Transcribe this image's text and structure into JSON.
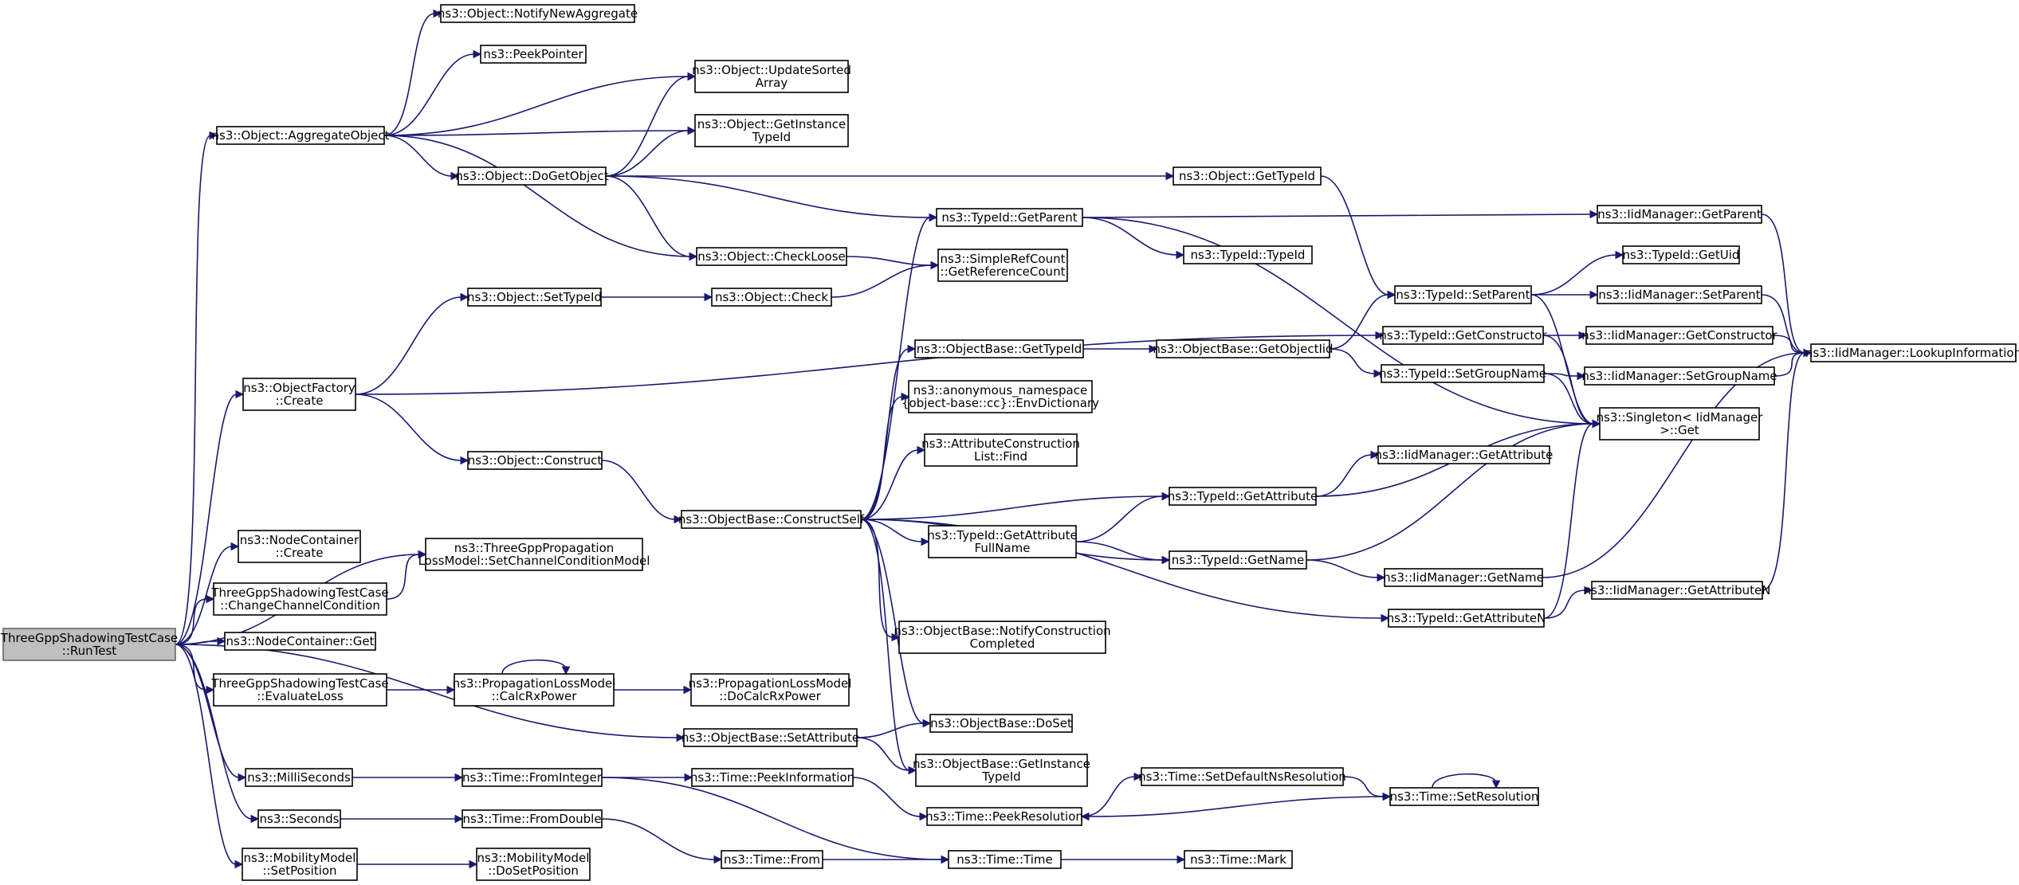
{
  "colors": {
    "edge": "#191970",
    "node_border": "#000000",
    "root_fill": "#bfbfbf",
    "root_border": "#666666"
  },
  "nodes": [
    {
      "id": "root",
      "lines": [
        "ThreeGppShadowingTestCase",
        "::RunTest"
      ]
    },
    {
      "id": "agg",
      "lines": [
        "ns3::Object::AggregateObject"
      ]
    },
    {
      "id": "notify",
      "lines": [
        "ns3::Object::NotifyNewAggregate"
      ]
    },
    {
      "id": "peekptr",
      "lines": [
        "ns3::PeekPointer"
      ]
    },
    {
      "id": "upsorted",
      "lines": [
        "ns3::Object::UpdateSorted",
        "Array"
      ]
    },
    {
      "id": "getinst",
      "lines": [
        "ns3::Object::GetInstance",
        "TypeId"
      ]
    },
    {
      "id": "dogetobj",
      "lines": [
        "ns3::Object::DoGetObject"
      ]
    },
    {
      "id": "objgettid",
      "lines": [
        "ns3::Object::GetTypeId"
      ]
    },
    {
      "id": "tidgetparent",
      "lines": [
        "ns3::TypeId::GetParent"
      ]
    },
    {
      "id": "iidgetparent",
      "lines": [
        "ns3::IidManager::GetParent"
      ]
    },
    {
      "id": "tidtid",
      "lines": [
        "ns3::TypeId::TypeId"
      ]
    },
    {
      "id": "checkloose",
      "lines": [
        "ns3::Object::CheckLoose"
      ]
    },
    {
      "id": "getref",
      "lines": [
        "ns3::SimpleRefCount",
        "::GetReferenceCount"
      ]
    },
    {
      "id": "tidgetuid",
      "lines": [
        "ns3::TypeId::GetUid"
      ]
    },
    {
      "id": "tidsetparent",
      "lines": [
        "ns3::TypeId::SetParent"
      ]
    },
    {
      "id": "iidsetparent",
      "lines": [
        "ns3::IidManager::SetParent"
      ]
    },
    {
      "id": "settypeid",
      "lines": [
        "ns3::Object::SetTypeId"
      ]
    },
    {
      "id": "objcheck",
      "lines": [
        "ns3::Object::Check"
      ]
    },
    {
      "id": "tidgetctor",
      "lines": [
        "ns3::TypeId::GetConstructor"
      ]
    },
    {
      "id": "iidgetctor",
      "lines": [
        "ns3::IidManager::GetConstructor"
      ]
    },
    {
      "id": "lookup",
      "lines": [
        "ns3::IidManager::LookupInformation"
      ]
    },
    {
      "id": "objfactory",
      "lines": [
        "ns3::ObjectFactory",
        "::Create"
      ]
    },
    {
      "id": "obgettid",
      "lines": [
        "ns3::ObjectBase::GetTypeId"
      ]
    },
    {
      "id": "getobjiid",
      "lines": [
        "ns3::ObjectBase::GetObjectIid"
      ]
    },
    {
      "id": "tidsetgroup",
      "lines": [
        "ns3::TypeId::SetGroupName"
      ]
    },
    {
      "id": "iidsetgroup",
      "lines": [
        "ns3::IidManager::SetGroupName"
      ]
    },
    {
      "id": "envdict",
      "lines": [
        "ns3::anonymous_namespace",
        "{object-base::cc}::EnvDictionary"
      ]
    },
    {
      "id": "singleton",
      "lines": [
        "ns3::Singleton< IidManager",
        " >::Get"
      ]
    },
    {
      "id": "objconstruct",
      "lines": [
        "ns3::Object::Construct"
      ]
    },
    {
      "id": "attrfind",
      "lines": [
        "ns3::AttributeConstruction",
        "List::Find"
      ]
    },
    {
      "id": "iidgetattr",
      "lines": [
        "ns3::IidManager::GetAttribute"
      ]
    },
    {
      "id": "tidgetattr",
      "lines": [
        "ns3::TypeId::GetAttribute"
      ]
    },
    {
      "id": "constructself",
      "lines": [
        "ns3::ObjectBase::ConstructSelf"
      ]
    },
    {
      "id": "tidattrfull",
      "lines": [
        "ns3::TypeId::GetAttribute",
        "FullName"
      ]
    },
    {
      "id": "nodecreate",
      "lines": [
        "ns3::NodeContainer",
        "::Create"
      ]
    },
    {
      "id": "setchanmodel",
      "lines": [
        "ns3::ThreeGppPropagation",
        "LossModel::SetChannelConditionModel"
      ]
    },
    {
      "id": "tidgetname",
      "lines": [
        "ns3::TypeId::GetName"
      ]
    },
    {
      "id": "changechan",
      "lines": [
        "ThreeGppShadowingTestCase",
        "::ChangeChannelCondition"
      ]
    },
    {
      "id": "iidgetname",
      "lines": [
        "ns3::IidManager::GetName"
      ]
    },
    {
      "id": "iidgetattrn",
      "lines": [
        "ns3::IidManager::GetAttributeN"
      ]
    },
    {
      "id": "tidgetattrn",
      "lines": [
        "ns3::TypeId::GetAttributeN"
      ]
    },
    {
      "id": "nodeget",
      "lines": [
        "ns3::NodeContainer::Get"
      ]
    },
    {
      "id": "notifyconstr",
      "lines": [
        "ns3::ObjectBase::NotifyConstruction",
        "Completed"
      ]
    },
    {
      "id": "evalloss",
      "lines": [
        "ThreeGppShadowingTestCase",
        "::EvaluateLoss"
      ]
    },
    {
      "id": "calcrx",
      "lines": [
        "ns3::PropagationLossModel",
        "::CalcRxPower"
      ]
    },
    {
      "id": "docalcrx",
      "lines": [
        "ns3::PropagationLossModel",
        "::DoCalcRxPower"
      ]
    },
    {
      "id": "doset",
      "lines": [
        "ns3::ObjectBase::DoSet"
      ]
    },
    {
      "id": "setattr",
      "lines": [
        "ns3::ObjectBase::SetAttribute"
      ]
    },
    {
      "id": "obgetinst",
      "lines": [
        "ns3::ObjectBase::GetInstance",
        "TypeId"
      ]
    },
    {
      "id": "setdefns",
      "lines": [
        "ns3::Time::SetDefaultNsResolution"
      ]
    },
    {
      "id": "millis",
      "lines": [
        "ns3::MilliSeconds"
      ]
    },
    {
      "id": "frominteger",
      "lines": [
        "ns3::Time::FromInteger"
      ]
    },
    {
      "id": "peekinfo",
      "lines": [
        "ns3::Time::PeekInformation"
      ]
    },
    {
      "id": "setres",
      "lines": [
        "ns3::Time::SetResolution"
      ]
    },
    {
      "id": "peekres",
      "lines": [
        "ns3::Time::PeekResolution"
      ]
    },
    {
      "id": "seconds",
      "lines": [
        "ns3::Seconds"
      ]
    },
    {
      "id": "fromdouble",
      "lines": [
        "ns3::Time::FromDouble"
      ]
    },
    {
      "id": "timetime",
      "lines": [
        "ns3::Time::Time"
      ]
    },
    {
      "id": "timemark",
      "lines": [
        "ns3::Time::Mark"
      ]
    },
    {
      "id": "timefrom",
      "lines": [
        "ns3::Time::From"
      ]
    },
    {
      "id": "mobsetpos",
      "lines": [
        "ns3::MobilityModel",
        "::SetPosition"
      ]
    },
    {
      "id": "mobdosetpos",
      "lines": [
        "ns3::MobilityModel",
        "::DoSetPosition"
      ]
    }
  ],
  "edges": [
    [
      "root",
      "agg"
    ],
    [
      "root",
      "objfactory"
    ],
    [
      "root",
      "nodecreate"
    ],
    [
      "root",
      "setchanmodel"
    ],
    [
      "root",
      "changechan"
    ],
    [
      "root",
      "nodeget"
    ],
    [
      "root",
      "evalloss"
    ],
    [
      "root",
      "setattr"
    ],
    [
      "root",
      "millis"
    ],
    [
      "root",
      "seconds"
    ],
    [
      "root",
      "mobsetpos"
    ],
    [
      "agg",
      "notify"
    ],
    [
      "agg",
      "peekptr"
    ],
    [
      "agg",
      "upsorted"
    ],
    [
      "agg",
      "getinst"
    ],
    [
      "agg",
      "dogetobj"
    ],
    [
      "agg",
      "checkloose"
    ],
    [
      "dogetobj",
      "upsorted"
    ],
    [
      "dogetobj",
      "getinst"
    ],
    [
      "dogetobj",
      "objgettid"
    ],
    [
      "dogetobj",
      "tidgetparent"
    ],
    [
      "dogetobj",
      "checkloose"
    ],
    [
      "objgettid",
      "tidsetparent"
    ],
    [
      "tidgetparent",
      "iidgetparent"
    ],
    [
      "tidgetparent",
      "tidtid"
    ],
    [
      "tidgetparent",
      "singleton"
    ],
    [
      "iidgetparent",
      "lookup"
    ],
    [
      "checkloose",
      "getref"
    ],
    [
      "tidsetparent",
      "tidgetuid"
    ],
    [
      "tidsetparent",
      "iidsetparent"
    ],
    [
      "tidsetparent",
      "singleton"
    ],
    [
      "iidsetparent",
      "lookup"
    ],
    [
      "settypeid",
      "objcheck"
    ],
    [
      "objcheck",
      "getref"
    ],
    [
      "tidgetctor",
      "iidgetctor"
    ],
    [
      "tidgetctor",
      "singleton"
    ],
    [
      "iidgetctor",
      "lookup"
    ],
    [
      "objfactory",
      "settypeid"
    ],
    [
      "objfactory",
      "tidgetctor"
    ],
    [
      "objfactory",
      "objconstruct"
    ],
    [
      "obgettid",
      "getobjiid"
    ],
    [
      "getobjiid",
      "tidsetparent"
    ],
    [
      "getobjiid",
      "tidsetgroup"
    ],
    [
      "tidsetgroup",
      "iidsetgroup"
    ],
    [
      "tidsetgroup",
      "singleton"
    ],
    [
      "iidsetgroup",
      "lookup"
    ],
    [
      "objconstruct",
      "constructself"
    ],
    [
      "tidgetattr",
      "iidgetattr"
    ],
    [
      "tidgetattr",
      "singleton"
    ],
    [
      "constructself",
      "tidgetparent"
    ],
    [
      "constructself",
      "obgettid"
    ],
    [
      "constructself",
      "envdict"
    ],
    [
      "constructself",
      "attrfind"
    ],
    [
      "constructself",
      "tidgetattr"
    ],
    [
      "constructself",
      "tidattrfull"
    ],
    [
      "constructself",
      "tidgetname"
    ],
    [
      "constructself",
      "notifyconstr"
    ],
    [
      "constructself",
      "tidgetattrn"
    ],
    [
      "constructself",
      "doset"
    ],
    [
      "constructself",
      "obgetinst"
    ],
    [
      "tidattrfull",
      "tidgetattr"
    ],
    [
      "tidattrfull",
      "tidgetname"
    ],
    [
      "changechan",
      "setchanmodel"
    ],
    [
      "tidgetname",
      "singleton"
    ],
    [
      "tidgetname",
      "iidgetname"
    ],
    [
      "iidgetname",
      "lookup"
    ],
    [
      "tidgetattrn",
      "singleton"
    ],
    [
      "tidgetattrn",
      "iidgetattrn"
    ],
    [
      "iidgetattrn",
      "lookup"
    ],
    [
      "evalloss",
      "calcrx"
    ],
    [
      "calcrx",
      "calcrx"
    ],
    [
      "calcrx",
      "docalcrx"
    ],
    [
      "setattr",
      "doset"
    ],
    [
      "setattr",
      "obgetinst"
    ],
    [
      "millis",
      "frominteger"
    ],
    [
      "frominteger",
      "peekinfo"
    ],
    [
      "frominteger",
      "timetime"
    ],
    [
      "peekinfo",
      "peekres"
    ],
    [
      "peekres",
      "setdefns"
    ],
    [
      "setdefns",
      "setres"
    ],
    [
      "setres",
      "setres"
    ],
    [
      "setres",
      "peekres"
    ],
    [
      "seconds",
      "fromdouble"
    ],
    [
      "fromdouble",
      "timefrom"
    ],
    [
      "timefrom",
      "timetime"
    ],
    [
      "timetime",
      "timemark"
    ],
    [
      "mobsetpos",
      "mobdosetpos"
    ]
  ]
}
